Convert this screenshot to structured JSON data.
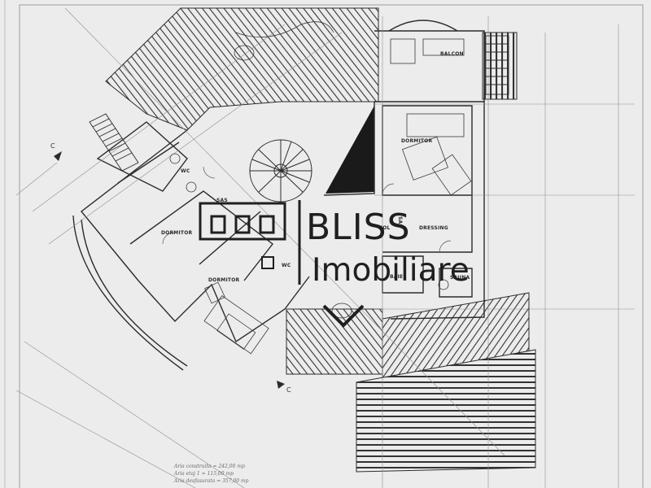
{
  "watermark": {
    "brand_name": "BLISS",
    "brand_sub": "Imobiliare"
  },
  "rooms": {
    "balcon": "BALCON",
    "dormitor_right": "DORMITOR",
    "dormitor_left": "DORMITOR",
    "dormitor_bottom": "DORMITOR",
    "wc_top": "WC",
    "wc_mid": "WC",
    "sas_left": "SAS",
    "sas_right": "SAS",
    "hol": "HOL",
    "dressing": "DRESSING",
    "baie": "BAIE",
    "sauna": "SAUNA"
  },
  "section_marks": {
    "c_top": "C",
    "c_bottom": "C"
  },
  "area_notes": [
    "Aria construita = 242,00 mp",
    "Aria etaj 1 = 115,00 mp",
    "Aria desfasurata = 357,00 mp"
  ],
  "colors": {
    "paper": "#ececec",
    "ink": "#2b2b2b",
    "hatch": "#3a3a3a",
    "watermark": "#1f1f1f"
  }
}
